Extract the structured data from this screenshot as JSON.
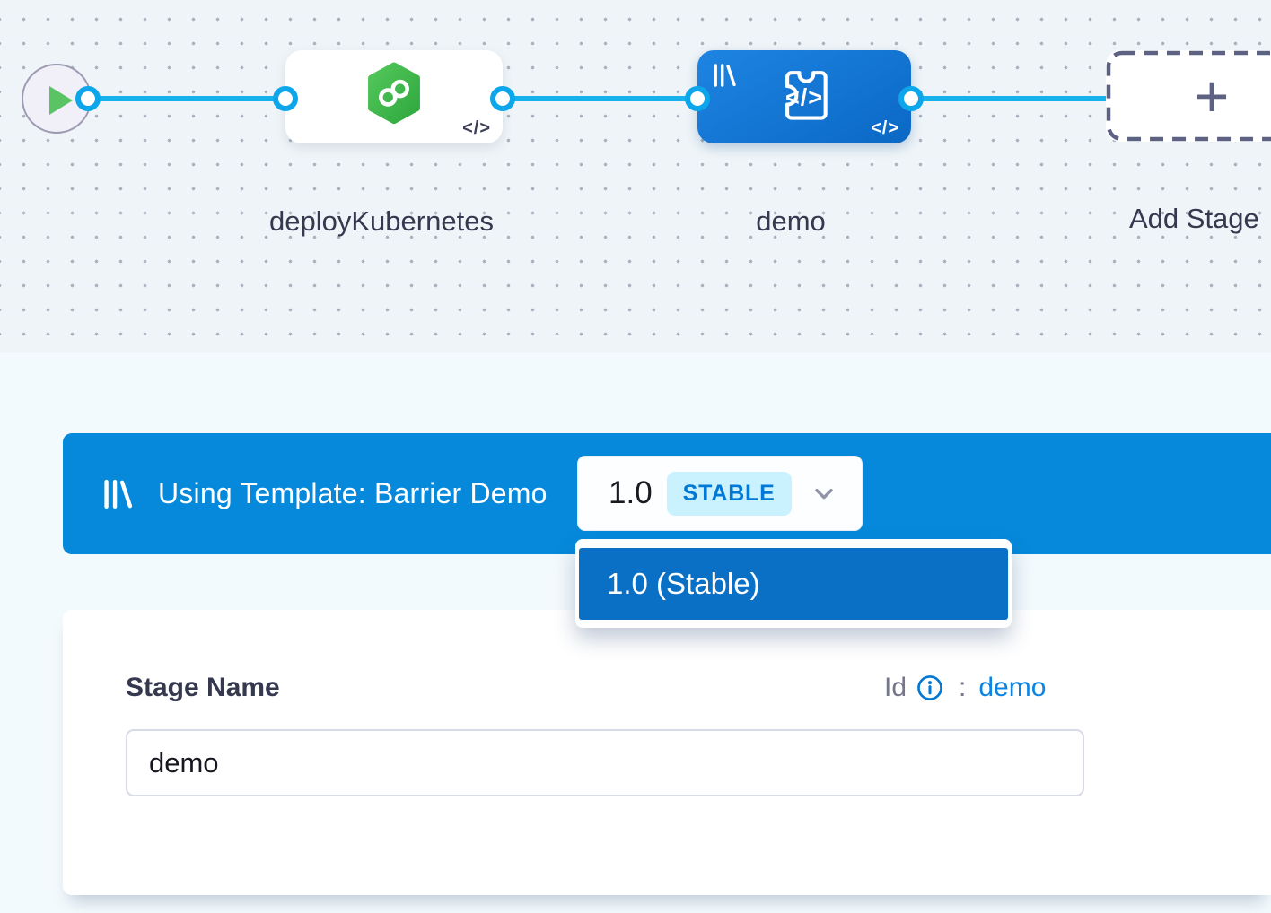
{
  "pipeline": {
    "stages": [
      {
        "name": "deployKubernetes"
      },
      {
        "name": "demo"
      }
    ],
    "add_stage_label": "Add Stage",
    "plus_glyph": "+",
    "code_glyph": "</>"
  },
  "template_banner": {
    "label": "Using Template: Barrier Demo",
    "version": "1.0",
    "badge": "STABLE"
  },
  "version_dropdown": {
    "items": [
      "1.0 (Stable)"
    ]
  },
  "stage_form": {
    "name_label": "Stage Name",
    "name_value": "demo",
    "id_label": "Id",
    "id_colon": ":",
    "id_value": "demo"
  },
  "colors": {
    "banner_blue": "#0689db",
    "dropdown_item_blue": "#0a70c6",
    "stage_node_blue_start": "#1e84e2",
    "stage_node_blue_end": "#0b68c5",
    "connector_blue": "#17b1ee",
    "hexagon_green": "#46bc4e",
    "play_green": "#5ac363",
    "stable_badge_bg": "#c9f1fe",
    "stable_badge_text": "#0278d5",
    "id_link_blue": "#0c84e4"
  }
}
